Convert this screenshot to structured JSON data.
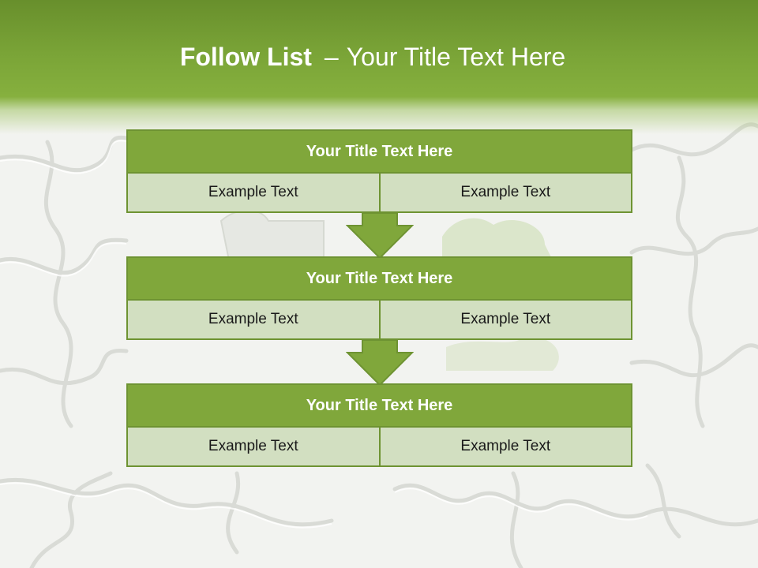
{
  "slide": {
    "title_bold": "Follow List",
    "title_dash": "–",
    "title_rest": "Your Title Text Here"
  },
  "blocks": [
    {
      "title": "Your Title Text Here",
      "left_text": "Example Text",
      "right_text": "Example Text"
    },
    {
      "title": "Your Title Text Here",
      "left_text": "Example Text",
      "right_text": "Example Text"
    },
    {
      "title": "Your Title Text Here",
      "left_text": "Example Text",
      "right_text": "Example Text"
    }
  ],
  "colors": {
    "header_green": "#7aa437",
    "block_title_bg": "#80a73b",
    "cell_bg": "#d2dfc1",
    "arrow_green": "#80a73b"
  }
}
